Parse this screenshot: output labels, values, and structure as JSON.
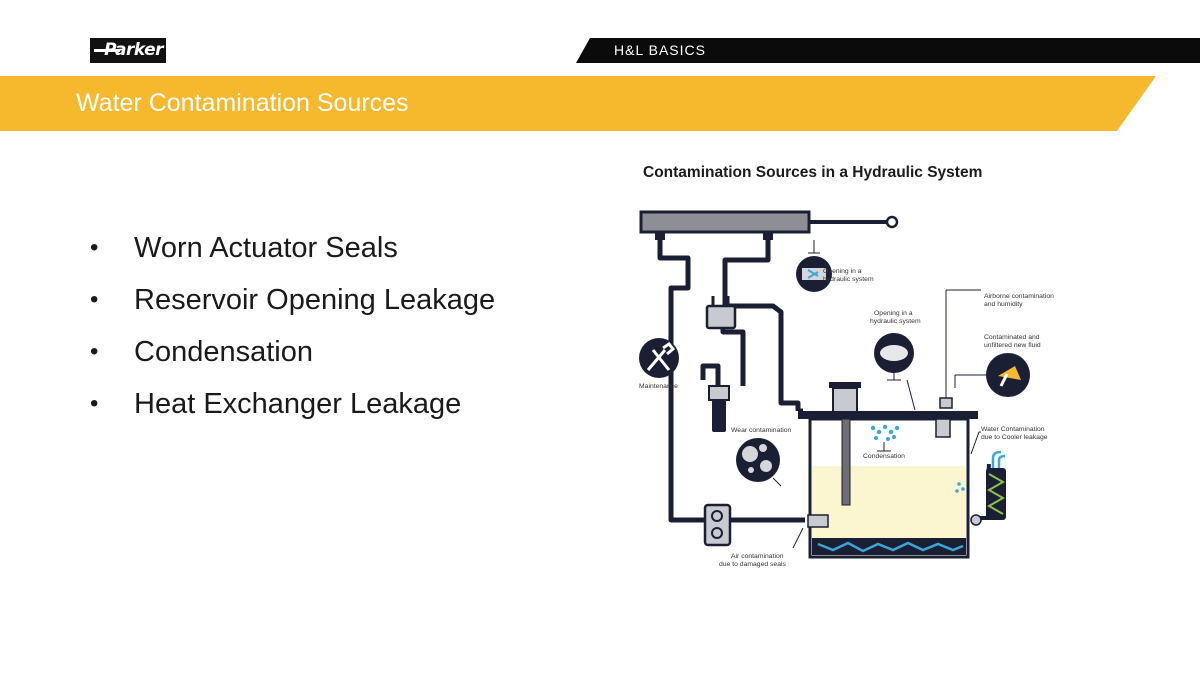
{
  "header": {
    "logo_text": "Parker",
    "section_label": "H&L BASICS",
    "title": "Water Contamination Sources"
  },
  "bullets": [
    "Worn Actuator Seals",
    "Reservoir Opening Leakage",
    "Condensation",
    "Heat Exchanger Leakage"
  ],
  "figure": {
    "title": "Contamination Sources in a Hydraulic System",
    "labels": {
      "opening_1": [
        "Opening in a",
        "hydraulic system"
      ],
      "opening_2": [
        "Opening in a",
        "hydraulic system"
      ],
      "airborne": [
        "Airborne contamination",
        "and humidity"
      ],
      "new_fluid": [
        "Contaminated and",
        "unfiltered new fluid"
      ],
      "maintenance": "Maintenance",
      "wear": "Wear contamination",
      "condensation": "Condensation",
      "cooler": [
        "Water Contamination",
        "due to Cooler leakage"
      ],
      "air_seals": [
        "Air contamination",
        "due to damaged seals"
      ]
    }
  },
  "colors": {
    "accent": "#f6b82c",
    "bar": "#0b0b0b",
    "pipe": "#1b1f33",
    "fluid": "#fbf6cf",
    "water": "#3aa7d9"
  }
}
